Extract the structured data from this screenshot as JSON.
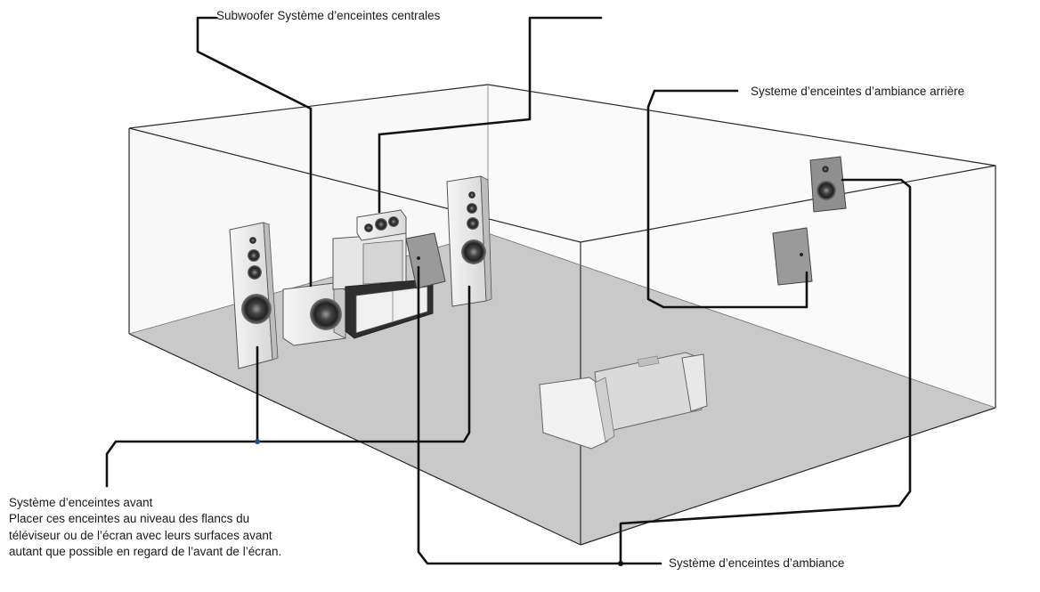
{
  "labels": {
    "subwoofer": "Subwoofer",
    "center": "Système d’enceintes centrales",
    "surround_back": "Systeme d’enceintes d’ambiance arrière",
    "front_title": "Système d’enceintes avant",
    "front_desc": "Placer ces enceintes au niveau des flancs du téléviseur ou de l’écran avec leurs surfaces avant autant que possible en regard de l’avant de l’écran.",
    "surround": "Système d’enceintes d’ambiance"
  },
  "colors": {
    "floor": "#c9c9c9",
    "wall_edge": "#2b2b2b",
    "leader": "#111111",
    "speaker_body": "#eeeeee",
    "driver": "#333333"
  }
}
